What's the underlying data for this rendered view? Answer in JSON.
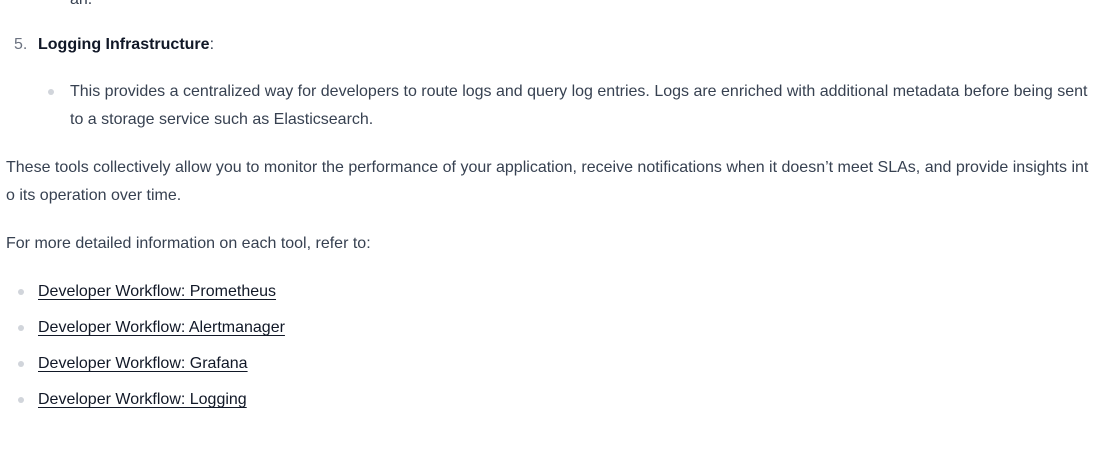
{
  "cut_text": "an.",
  "ordered_item": {
    "number": "5.",
    "title": "Logging Infrastructure",
    "suffix": ":",
    "bullet": "This provides a centralized way for developers to route logs and query log entries. Logs are enriched with additional metadata before being sent to a storage service such as Elasticsearch."
  },
  "paragraphs": [
    "These tools collectively allow you to monitor the performance of your application, receive notifications when it doesn’t meet SLAs, and provide insights into its operation over time.",
    "For more detailed information on each tool, refer to:"
  ],
  "links": [
    {
      "label": "Developer Workflow: Prometheus"
    },
    {
      "label": "Developer Workflow: Alertmanager"
    },
    {
      "label": "Developer Workflow: Grafana"
    },
    {
      "label": "Developer Workflow: Logging"
    }
  ]
}
